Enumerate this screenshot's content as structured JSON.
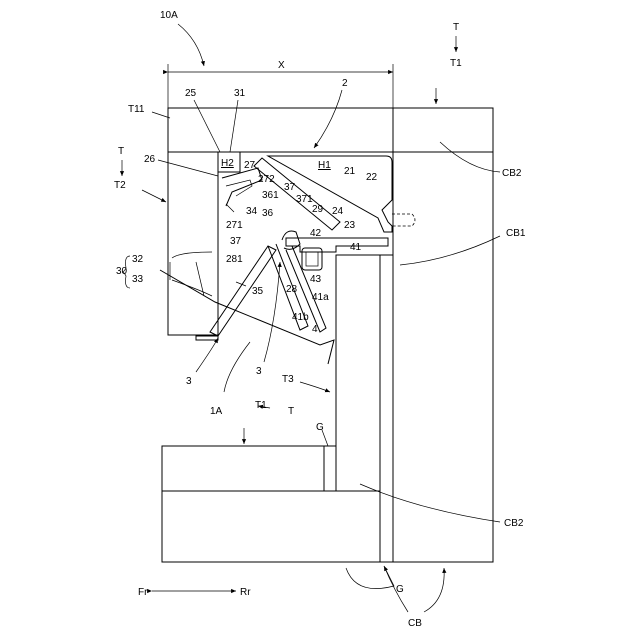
{
  "labels": {
    "fig_ref": "10A",
    "t_top": "T",
    "t1_top": "T1",
    "x": "X",
    "n2": "2",
    "n25": "25",
    "n31": "31",
    "t11": "T11",
    "h2": "H2",
    "n27": "27",
    "h1": "H1",
    "n21": "21",
    "n22": "22",
    "cb2_top": "CB2",
    "t_left": "T",
    "t2": "T2",
    "n26": "26",
    "n272": "272",
    "n37a": "37",
    "n361": "361",
    "n371": "371",
    "n34": "34",
    "n36": "36",
    "n29": "29",
    "n24": "24",
    "n271": "271",
    "n23": "23",
    "n42": "42",
    "n37b": "37",
    "n41": "41",
    "cb1": "CB1",
    "n32": "32",
    "n281": "281",
    "n30": "30",
    "n43": "43",
    "n33": "33",
    "n41a": "41a",
    "n35": "35",
    "n28": "28",
    "n41b": "41b",
    "n4": "4",
    "n3a": "3",
    "n3b": "3",
    "t3": "T3",
    "fig_1a": "1A",
    "t1_mid": "T1",
    "t_mid": "T",
    "g_top": "G",
    "cb2_bottom": "CB2",
    "g_bottom": "G",
    "cb": "CB",
    "fr": "Fr",
    "rr": "Rr"
  }
}
